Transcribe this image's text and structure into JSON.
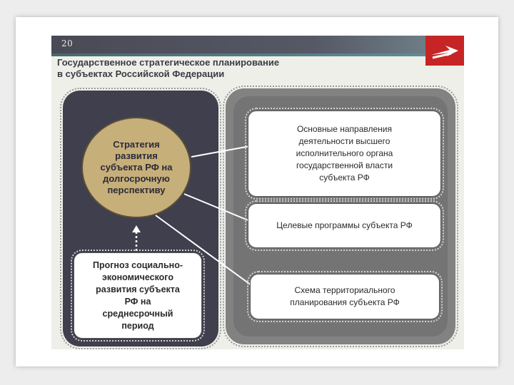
{
  "slide": {
    "number": "20",
    "title": "Государственное стратегическое планирование\nв субъектах Российской Федерации"
  },
  "diagram": {
    "strategy": "Стратегия\nразвития\nсубъекта РФ на\nдолгосрочную\nперспективу",
    "forecast": "Прогноз социально-\nэкономического\nразвития субъекта\nРФ на\nсреднесрочный\nпериод",
    "directions": "Основные направления\nдеятельности высшего\nисполнительного органа\nгосударственной власти\nсубъекта РФ",
    "programs": "Целевые программы субъекта РФ",
    "scheme": "Схема территориального\nпланирования субъекта РФ"
  },
  "colors": {
    "logo": "#c72525",
    "panel_left": "#3f3f4e",
    "panel_right": "#828282",
    "circle": "#c7af7a"
  },
  "icons": {
    "logo": "arrow-logo-icon",
    "arrow": "dotted-arrow-icon"
  }
}
